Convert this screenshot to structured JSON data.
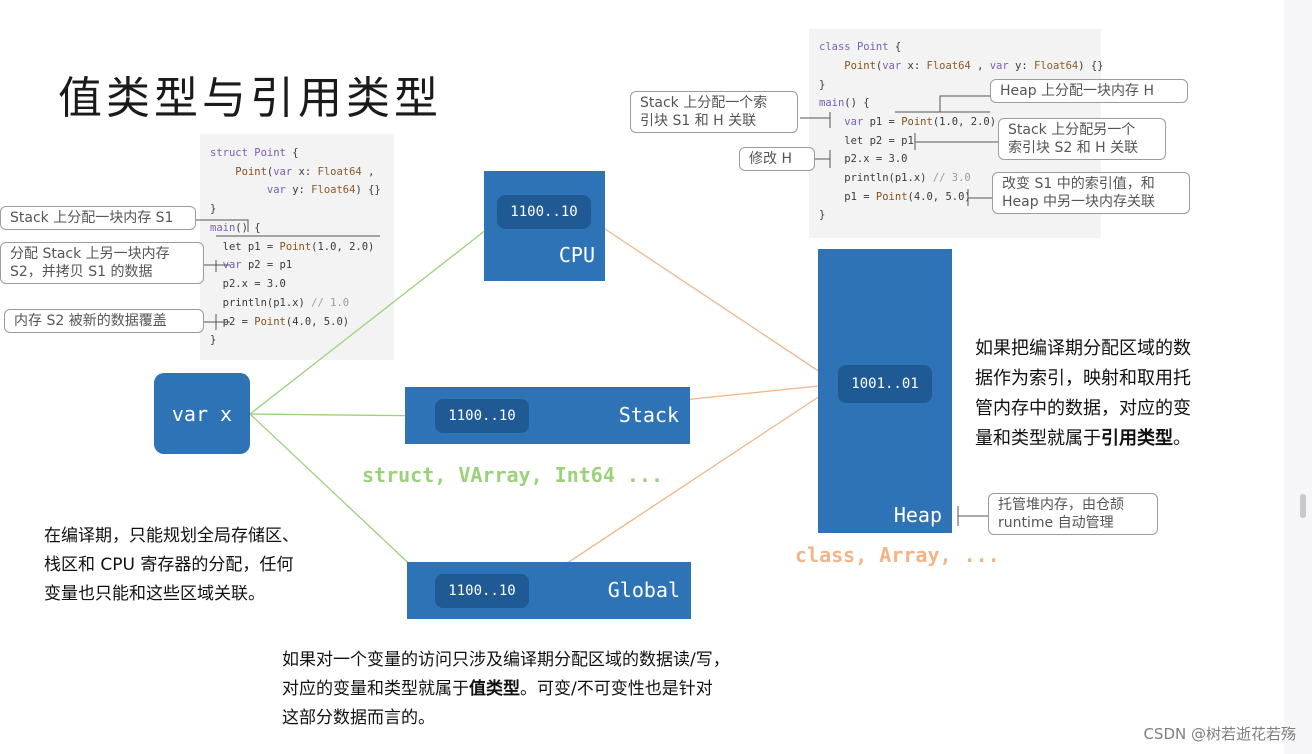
{
  "title": "值类型与引用类型",
  "left_code": {
    "lines": [
      [
        [
          "struct ",
          "kw"
        ],
        [
          "Point",
          "kw"
        ],
        [
          " {",
          ""
        ]
      ],
      [
        [
          "    ",
          ""
        ],
        [
          "Point",
          "fn"
        ],
        [
          "(",
          ""
        ],
        [
          "var",
          "kw"
        ],
        [
          " x: ",
          ""
        ],
        [
          "Float64",
          "ty"
        ],
        [
          " ,",
          ""
        ]
      ],
      [
        [
          "         ",
          ""
        ],
        [
          "var",
          "kw"
        ],
        [
          " y: ",
          ""
        ],
        [
          "Float64",
          "ty"
        ],
        [
          ") {}",
          ""
        ]
      ],
      [
        [
          "}",
          ""
        ]
      ],
      [
        [
          "main",
          "kw"
        ],
        [
          "() {",
          ""
        ]
      ],
      [
        [
          "  let p1 = ",
          ""
        ],
        [
          "Point",
          "fn"
        ],
        [
          "(1.0, 2.0)",
          ""
        ]
      ],
      [
        [
          "  ",
          ""
        ],
        [
          "var",
          "kw"
        ],
        [
          " p2 = p1",
          ""
        ]
      ],
      [
        [
          "  p2.x = 3.0",
          ""
        ]
      ],
      [
        [
          "  println(p1.x) ",
          ""
        ],
        [
          "// 1.0",
          "cm"
        ]
      ],
      [
        [
          "  p2 = ",
          ""
        ],
        [
          "Point",
          "fn"
        ],
        [
          "(4.0, 5.0)",
          ""
        ]
      ],
      [
        [
          "}",
          ""
        ]
      ]
    ]
  },
  "right_code": {
    "lines": [
      [
        [
          "class ",
          "kw"
        ],
        [
          "Point",
          "kw"
        ],
        [
          " {",
          ""
        ]
      ],
      [
        [
          "    ",
          ""
        ],
        [
          "Point",
          "fn"
        ],
        [
          "(",
          ""
        ],
        [
          "var",
          "kw"
        ],
        [
          " x: ",
          ""
        ],
        [
          "Float64",
          "ty"
        ],
        [
          " , ",
          ""
        ],
        [
          "var",
          "kw"
        ],
        [
          " y: ",
          ""
        ],
        [
          "Float64",
          "ty"
        ],
        [
          ") {}",
          ""
        ]
      ],
      [
        [
          "}",
          ""
        ]
      ],
      [
        [
          "main",
          "kw"
        ],
        [
          "() {",
          ""
        ]
      ],
      [
        [
          "    ",
          ""
        ],
        [
          "var",
          "kw"
        ],
        [
          " p1 = ",
          ""
        ],
        [
          "Point",
          "fn"
        ],
        [
          "(1.0, 2.0)",
          ""
        ]
      ],
      [
        [
          "    let p2 = p1",
          ""
        ]
      ],
      [
        [
          "    p2.x = 3.0",
          ""
        ]
      ],
      [
        [
          "    println(p1.x) ",
          ""
        ],
        [
          "// 3.0",
          "cm"
        ]
      ],
      [
        [
          "    p1 = ",
          ""
        ],
        [
          "Point",
          "fn"
        ],
        [
          "(4.0, 5.0)",
          ""
        ]
      ],
      [
        [
          "}",
          ""
        ]
      ]
    ]
  },
  "callouts_left": {
    "c1": "Stack 上分配一块内存 S1",
    "c2_line1": "分配 Stack 上另一块内存",
    "c2_line2": "S2，并拷贝 S1 的数据",
    "c3": "内存 S2 被新的数据覆盖"
  },
  "callouts_right": {
    "c1_line1": "Stack 上分配一个索",
    "c1_line2": "引块 S1 和 H 关联",
    "c2": "修改 H",
    "c3": "Heap 上分配一块内存 H",
    "c4_line1": "Stack 上分配另一个",
    "c4_line2": "索引块 S2 和 H 关联",
    "c5_line1": "改变 S1 中的索引值，和",
    "c5_line2": "Heap 中另一块内存关联",
    "c6_line1": "托管堆内存，由仓颉",
    "c6_line2": "runtime 自动管理"
  },
  "var_box": "var x",
  "cpu": {
    "label": "CPU",
    "addr": "1100..10"
  },
  "stack": {
    "label": "Stack",
    "addr": "1100..10"
  },
  "global": {
    "label": "Global",
    "addr": "1100..10"
  },
  "heap": {
    "label": "Heap",
    "addr": "1001..01"
  },
  "value_types": "struct, VArray, Int64 ...",
  "ref_types": "class, Array, ...",
  "note_compile": {
    "line1": "在编译期，只能规划全局存储区、",
    "line2": "栈区和 CPU 寄存器的分配，任何",
    "line3": "变量也只能和这些区域关联。"
  },
  "note_reference": {
    "line1": "如果把编译期分配区域的数",
    "line2": "据作为索引，映射和取用托",
    "line3": "管内存中的数据，对应的变",
    "line4_prefix": "量和类型就属于",
    "line4_bold": "引用类型",
    "line4_suffix": "。"
  },
  "note_value": {
    "line1": "如果对一个变量的访问只涉及编译期分配区域的数据读/写，",
    "line2_prefix": "对应的变量和类型就属于",
    "line2_bold": "值类型",
    "line2_suffix": "。可变/不可变性也是针对",
    "line3": "这部分数据而言的。"
  },
  "watermark": "CSDN @树若逝花若殇",
  "colors": {
    "box_blue": "#2f73b7",
    "pill_blue": "#1f5a94",
    "green_arrow": "#9ad27a",
    "orange_arrow": "#f4b486"
  }
}
